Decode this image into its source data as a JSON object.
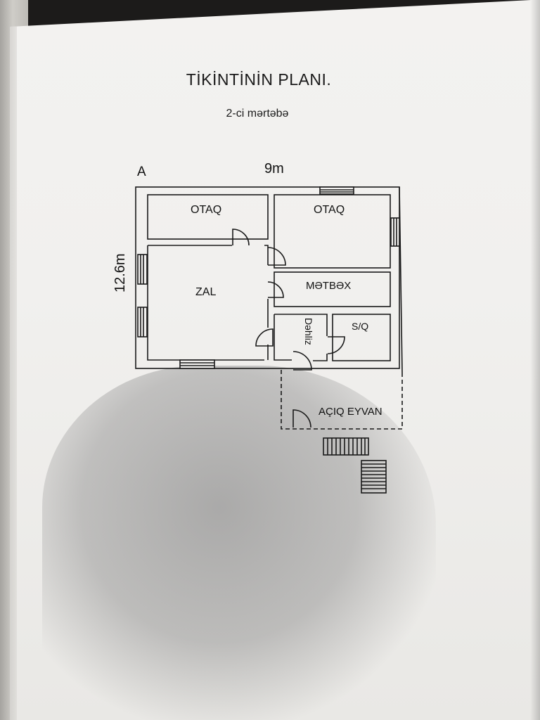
{
  "document": {
    "title": "TİKİNTİNİN PLANI.",
    "subtitle": "2-ci mərtəbə"
  },
  "plan": {
    "corner_label": "A",
    "width_label": "9m",
    "height_label": "12.6m",
    "rooms": {
      "otaq_left": "OTAQ",
      "otaq_right": "OTAQ",
      "zal": "ZAL",
      "metbex": "MƏTBƏX",
      "sq": "S/Q",
      "dehliz": "Dəhliz",
      "eyvan": "AÇIQ EYVAN"
    }
  }
}
